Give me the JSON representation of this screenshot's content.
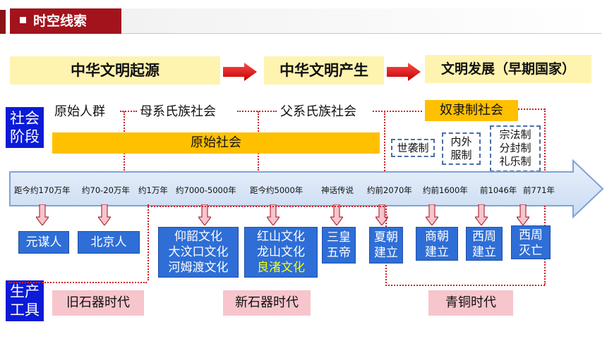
{
  "header": {
    "title": "时空线索"
  },
  "stages": [
    {
      "label": "中华文明起源"
    },
    {
      "label": "中华文明产生"
    },
    {
      "label": "文明发展（早期国家）"
    }
  ],
  "side_labels": {
    "society": "社会阶段",
    "tools": "生产工具"
  },
  "society_stages": {
    "primitive_group": "原始人群",
    "matrilineal": "母系氏族社会",
    "patrilineal": "父系氏族社会",
    "slavery": "奴隶制社会",
    "primitive_society": "原始社会"
  },
  "institutions": [
    {
      "label": "世袭制"
    },
    {
      "label": "内外服制"
    },
    {
      "label": "宗法制分封制礼乐制"
    }
  ],
  "timeline": [
    "距今约170万年",
    "约70-20万年",
    "约1万年",
    "约7000-5000年",
    "距今约5000年",
    "神话传说",
    "约前2070年",
    "约前1600年",
    "前1046年",
    "前771年"
  ],
  "sites": {
    "yuanmou": "元谋人",
    "beijing": "北京人",
    "neolithic_a": [
      "仰韶文化",
      "大汶口文化",
      "河姆渡文化"
    ],
    "neolithic_b": [
      "红山文化",
      "龙山文化",
      "良渚文化"
    ],
    "sanhuang": "三皇五帝",
    "xia": "夏朝建立",
    "shang": "商朝建立",
    "western_zhou_start": "西周建立",
    "western_zhou_end": "西周灭亡"
  },
  "tool_ages": {
    "paleolithic": "旧石器时代",
    "neolithic": "新石器时代",
    "bronze": "青铜时代"
  },
  "colors": {
    "header_red": "#a3131b",
    "stage_yellow": "#fff3b0",
    "side_blue": "#0b1bd6",
    "site_blue": "#2e6ed6",
    "bar_yellow": "#ffc000",
    "tool_pink": "#f7c5cc",
    "arrow_red": "#e8141b",
    "highlight_text": "#ffff00"
  }
}
